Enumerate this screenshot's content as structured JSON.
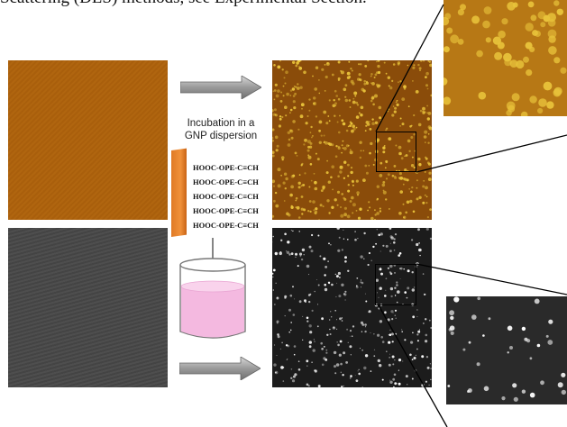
{
  "caption_fragment": "Scattering (DLS) methods, see Experimental Section.",
  "incubation_label": [
    "Incubation in a",
    "GNP dispersion"
  ],
  "molecule_labels": [
    "HOOC-OPE-C≡CH",
    "HOOC-OPE-C≡CH",
    "HOOC-OPE-C≡CH",
    "HOOC-OPE-C≡CH",
    "HOOC-OPE-C≡CH"
  ],
  "colors": {
    "afm_brown": "#a95f0c",
    "afm_particle": "#e8c23a",
    "sem_gray": "#4a4a4a",
    "sem_particle": "#ffffff",
    "plate_orange": "#f0913a",
    "liquid_pink": "#f4b9e0",
    "arrow_gray": "#8c8c8c"
  }
}
